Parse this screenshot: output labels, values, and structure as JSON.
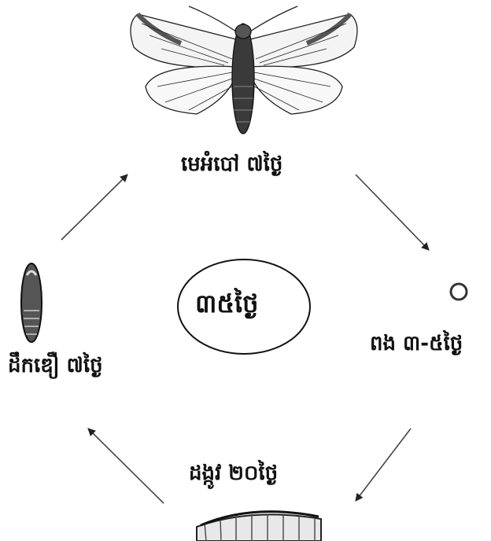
{
  "diagram": {
    "center_label": "៣៥ថ្ងៃ",
    "stages": [
      {
        "name": "moth",
        "label": "មេអំបៅ ៧ថ្ងៃ",
        "icon": "moth-icon"
      },
      {
        "name": "egg",
        "label": "ពង ៣-៥ថ្ងៃ",
        "icon": "egg-icon"
      },
      {
        "name": "larva",
        "label": "ដង្កូវ ២០ថ្ងៃ",
        "icon": "caterpillar-icon"
      },
      {
        "name": "pupa",
        "label": "ដឹកឌឿ ៧ថ្ងៃ",
        "icon": "pupa-icon"
      }
    ]
  }
}
